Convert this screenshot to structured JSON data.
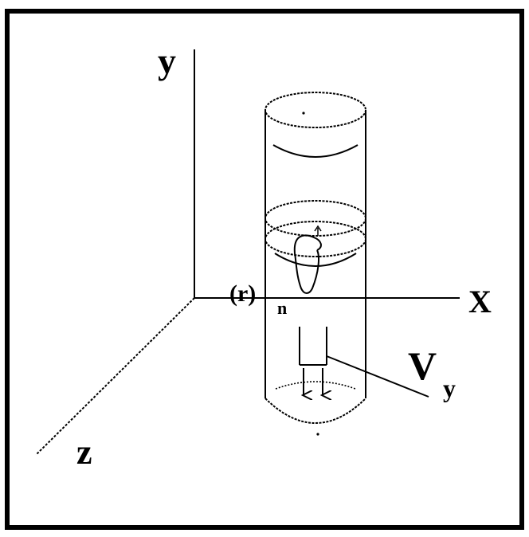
{
  "figure": {
    "axis_labels": {
      "y": "y",
      "x": "X",
      "z": "z"
    },
    "origin_label": "(r)",
    "point_label": "n",
    "velocity_label": {
      "main": "V",
      "subscript": "y"
    },
    "colors": {
      "line": "#000000",
      "background": "#ffffff"
    }
  }
}
